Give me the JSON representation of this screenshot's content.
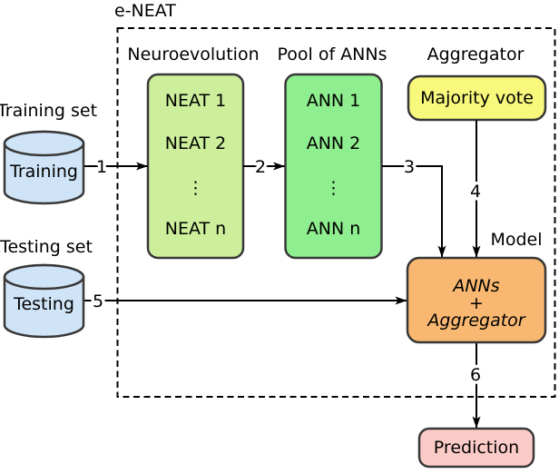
{
  "diagram": {
    "frame_title": "e-NEAT",
    "headers": {
      "neuroevolution": "Neuroevolution",
      "pool_of_anns": "Pool of ANNs",
      "aggregator": "Aggregator"
    },
    "neat_box": {
      "fill": "#cdef9b",
      "items": [
        "NEAT 1",
        "NEAT 2",
        "⋮",
        "NEAT n"
      ]
    },
    "ann_box": {
      "fill": "#8fee8f",
      "items": [
        "ANN 1",
        "ANN 2",
        "⋮",
        "ANN n"
      ]
    },
    "majority_vote_box": {
      "fill": "#f8f87c",
      "label": "Majority vote"
    },
    "model_box": {
      "fill": "#f8b871",
      "tag": "Model",
      "lines": [
        "ANNs",
        "+",
        "Aggregator"
      ]
    },
    "prediction_box": {
      "fill": "#fbcbc7",
      "label": "Prediction"
    },
    "training_cylinder": {
      "fill": "#d0e4f7",
      "caption": "Training set",
      "label": "Training"
    },
    "testing_cylinder": {
      "fill": "#d0e4f7",
      "caption": "Testing set",
      "label": "Testing"
    },
    "arrow_labels": {
      "a1": "1",
      "a2": "2",
      "a3": "3",
      "a4": "4",
      "a5": "5",
      "a6": "6"
    },
    "colors": {
      "shape_stroke": "#383838",
      "line_color": "#000000"
    }
  }
}
